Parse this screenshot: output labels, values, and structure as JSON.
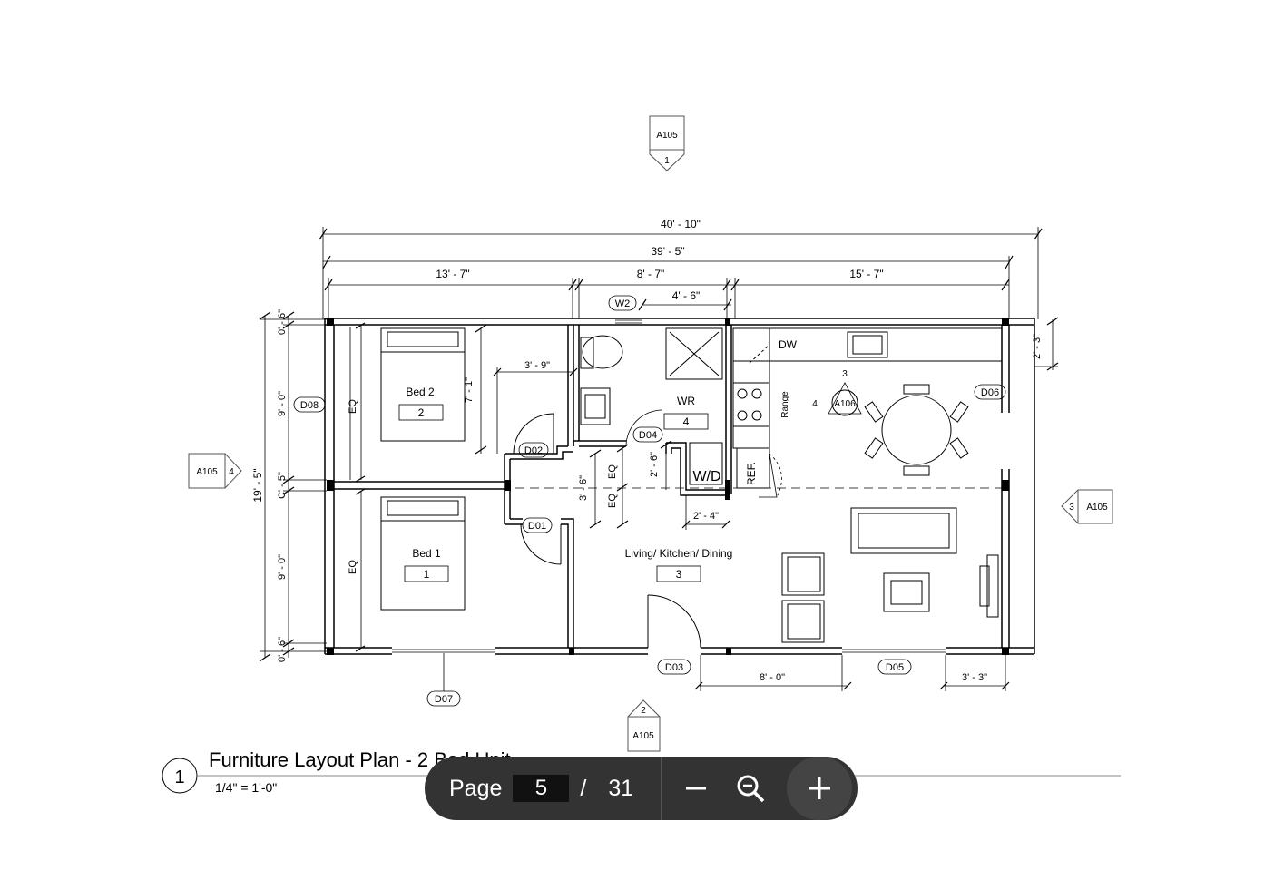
{
  "drawing": {
    "title": "Furniture Layout Plan - 2 Bed Unit",
    "scale": "1/4\" = 1'-0\"",
    "view_number": "1",
    "overall_dims": {
      "outer": "40' - 10\"",
      "inner": "39' - 5\""
    },
    "top_dims": [
      "13' - 7\"",
      "8' - 7\"",
      "15' - 7\""
    ],
    "wr_width": "4' - 6\"",
    "right_dim": "2' - 3\"",
    "left_dims": [
      "0' - 6\"",
      "9' - 0\"",
      "C' - 5\"",
      "9' - 0\"",
      "0' - 6\""
    ],
    "left_overall": "19' - 5\"",
    "interior_dims": {
      "d1": "3' - 9\"",
      "d2": "7' - 1\"",
      "d3": "3' - 6\"",
      "d4": "2' - 6\"",
      "d5": "2' - 4\""
    },
    "bottom_dims": [
      "8' - 0\"",
      "3' - 3\""
    ],
    "eq_label": "EQ",
    "rooms": [
      {
        "name": "Bed 2",
        "number": "2"
      },
      {
        "name": "Bed 1",
        "number": "1"
      },
      {
        "name": "WR",
        "number": "4"
      },
      {
        "name": "Living/ Kitchen/ Dining",
        "number": "3"
      }
    ],
    "doors": [
      "D01",
      "D02",
      "D03",
      "D04",
      "D05",
      "D06",
      "D07",
      "D08"
    ],
    "window": "W2",
    "fixtures": {
      "dw": "DW",
      "range": "Range",
      "washer_dryer": "W/D",
      "refrigerator": "REF."
    },
    "section_markers": [
      {
        "sheet": "A105",
        "number": "1"
      },
      {
        "sheet": "A105",
        "number": "2"
      },
      {
        "sheet": "A105",
        "number": "3"
      },
      {
        "sheet": "A105",
        "number": "4"
      }
    ],
    "elevation_tag": {
      "sheet": "A106",
      "num_left": "4",
      "num_top": "3"
    }
  },
  "viewer": {
    "page_label": "Page",
    "current_page": "5",
    "separator": "/",
    "total_pages": "31",
    "zoom_out_icon": "minus-icon",
    "zoom_reset_icon": "magnifier-icon",
    "zoom_in_icon": "plus-icon",
    "bar_color": "#333333"
  }
}
